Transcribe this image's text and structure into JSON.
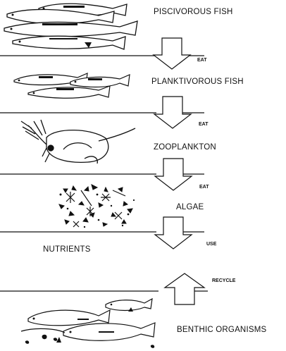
{
  "levels": {
    "piscivorous": "PISCIVOROUS FISH",
    "planktivorous": "PLANKTIVOROUS FISH",
    "zooplankton": "ZOOPLANKTON",
    "algae": "ALGAE",
    "nutrients": "NUTRIENTS",
    "benthic": "BENTHIC ORGANISMS"
  },
  "arrows": {
    "eat1": "EAT",
    "eat2": "EAT",
    "eat3": "EAT",
    "use": "USE",
    "recycle": "RECYCLE"
  },
  "arrow_directions": [
    "down",
    "down",
    "down",
    "down",
    "up"
  ],
  "colors": {
    "ink": "#111111",
    "background": "#ffffff"
  }
}
